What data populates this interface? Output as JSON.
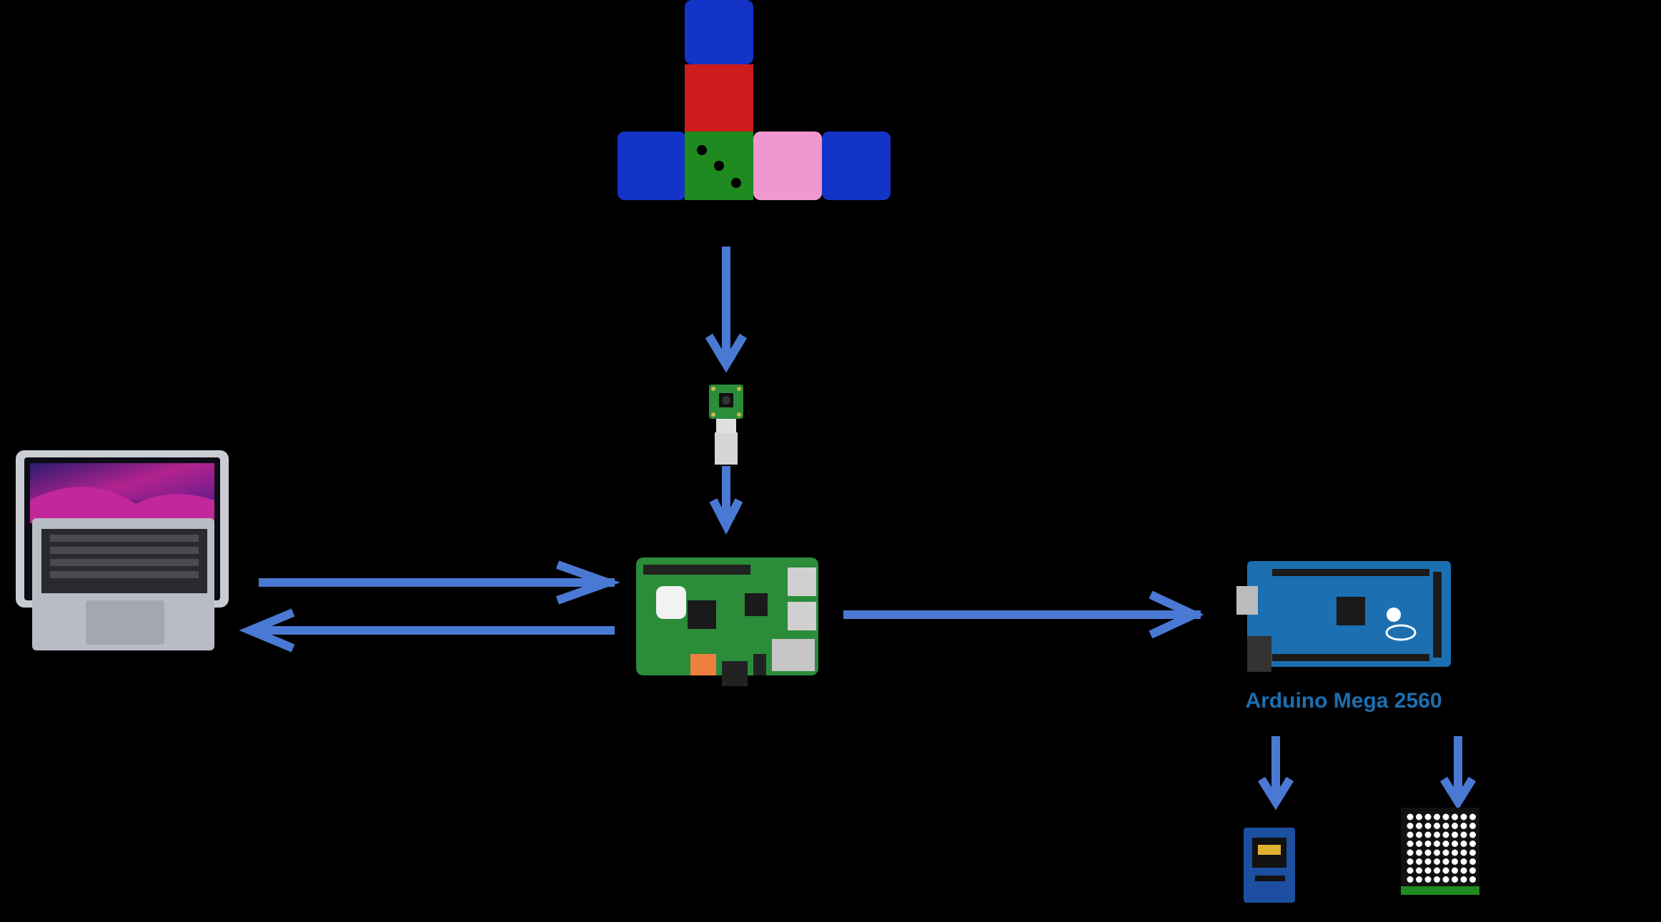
{
  "diagram": {
    "title": "System architecture (hardware block diagram)",
    "nodes": [
      {
        "id": "dice",
        "label": "",
        "icon": "dice-faces-icon"
      },
      {
        "id": "camera",
        "label": "",
        "icon": "camera-module-icon"
      },
      {
        "id": "laptop",
        "label": "",
        "icon": "laptop-icon"
      },
      {
        "id": "raspberry_pi",
        "label": "",
        "icon": "raspberry-pi-board-icon"
      },
      {
        "id": "arduino_mega",
        "label": "Arduino Mega 2560",
        "icon": "arduino-mega-board-icon"
      },
      {
        "id": "oled",
        "label": "",
        "icon": "oled-display-module-icon"
      },
      {
        "id": "led_matrix",
        "label": "",
        "icon": "led-matrix-8x8-icon"
      }
    ],
    "edges": [
      {
        "from": "dice",
        "to": "camera",
        "label": ""
      },
      {
        "from": "camera",
        "to": "raspberry_pi",
        "label": ""
      },
      {
        "from": "laptop",
        "to": "raspberry_pi",
        "label": ""
      },
      {
        "from": "raspberry_pi",
        "to": "laptop",
        "label": ""
      },
      {
        "from": "raspberry_pi",
        "to": "arduino_mega",
        "label": ""
      },
      {
        "from": "arduino_mega",
        "to": "oled",
        "label": ""
      },
      {
        "from": "arduino_mega",
        "to": "led_matrix",
        "label": ""
      }
    ]
  },
  "colors": {
    "background": "#000000",
    "arrow": "#4a79d3",
    "dice_blue": "#1434c8",
    "dice_red": "#cc1c1c",
    "dice_green": "#1f8a1f",
    "dice_pink": "#f097cf",
    "pcb_green": "#2b8c3a",
    "arduino_blue": "#1c6fb0",
    "laptop_silver": "#b8bcc4",
    "white": "#ffffff"
  }
}
